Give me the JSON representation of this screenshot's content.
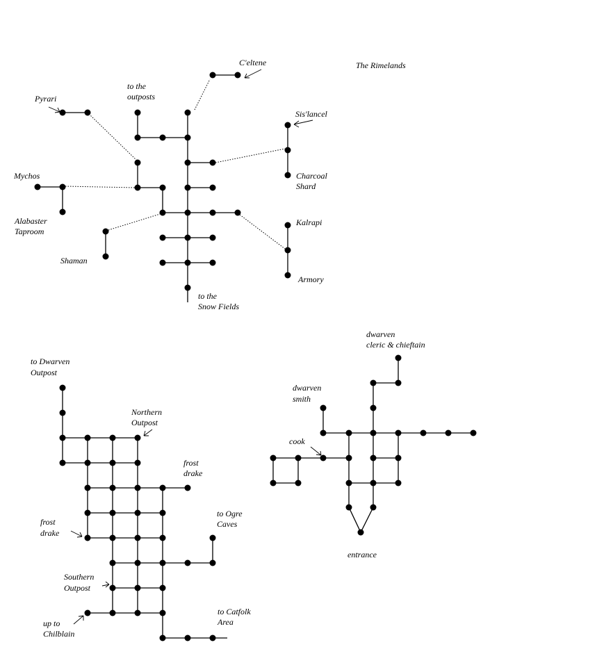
{
  "title": "The Rimelands",
  "map_upper": {
    "celtene": "C'eltene",
    "pyrari": "Pyrari",
    "to_outposts": [
      "to the",
      "outposts"
    ],
    "sislancel": "Sis'lancel",
    "charcoal_shard": [
      "Charcoal",
      "Shard"
    ],
    "mychos": "Mychos",
    "alabaster_taproom": [
      "Alabaster",
      "Taproom"
    ],
    "shaman": "Shaman",
    "kalrapi": "Kalrapi",
    "armory": "Armory",
    "to_snow_fields": [
      "to the",
      "Snow Fields"
    ]
  },
  "map_lower_left": {
    "to_dwarven_outpost": [
      "to Dwarven",
      "Outpost"
    ],
    "northern_outpost": [
      "Northern",
      "Outpost"
    ],
    "frost_drake_east": [
      "frost",
      "drake"
    ],
    "to_ogre_caves": [
      "to Ogre",
      "Caves"
    ],
    "frost_drake_west": [
      "frost",
      "drake"
    ],
    "southern_outpost": [
      "Southern",
      "Outpost"
    ],
    "up_to_chilblain": [
      "up to",
      "Chilblain"
    ],
    "to_catfolk_area": [
      "to Catfolk",
      "Area"
    ]
  },
  "map_lower_right": {
    "dwarven_cleric_chieftain": [
      "dwarven",
      "cleric & chieftain"
    ],
    "dwarven_smith": [
      "dwarven",
      "smith"
    ],
    "cook": "cook",
    "entrance": "entrance"
  }
}
